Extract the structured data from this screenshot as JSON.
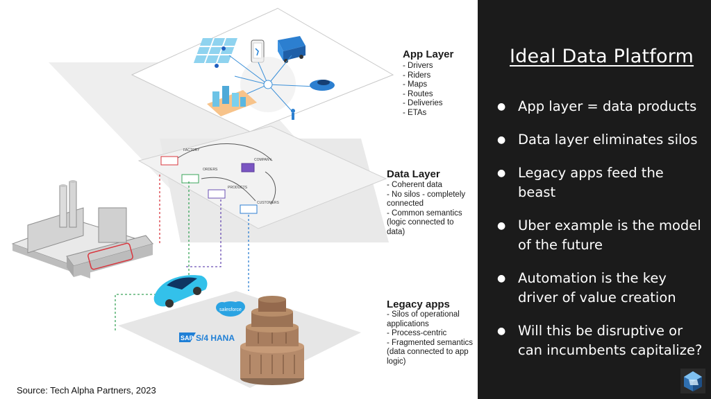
{
  "slide": {
    "title": "Ideal Data Platform",
    "bullets": [
      "App layer = data products",
      "Data layer eliminates silos",
      "Legacy apps feed the beast",
      "Uber example is the model of the future",
      "Automation is the key driver of value creation",
      "Will this be disruptive or can incumbents capitalize?"
    ],
    "source": "Source: Tech Alpha Partners, 2023"
  },
  "diagram": {
    "app_layer": {
      "title": "App Layer",
      "items": [
        "Drivers",
        "Riders",
        "Maps",
        "Routes",
        "Deliveries",
        "ETAs"
      ]
    },
    "data_layer": {
      "title": "Data Layer",
      "items": [
        "Coherent data",
        "No silos - completely connected",
        "Common semantics (logic connected to data)"
      ]
    },
    "legacy_apps": {
      "title": "Legacy apps",
      "items": [
        "Silos of operational applications",
        "Process-centric",
        "Fragmented semantics (data connected to app logic)"
      ]
    },
    "node_labels": [
      "FACTORY",
      "ORDERS",
      "COMPANY",
      "PRODUCTS",
      "CUSTOMERS"
    ],
    "brand_labels": {
      "salesforce": "salesforce",
      "sap": "SAP",
      "sap_product": "S/4 HANA"
    }
  },
  "colors": {
    "panel_bg": "#1b1b1b",
    "sap_blue": "#1f7fd6",
    "salesforce_blue": "#2aa3e2",
    "link_red": "#d9363e",
    "link_green": "#3aa55a",
    "link_purple": "#6a4fb3",
    "link_blue": "#2d7fd3"
  },
  "icons": [
    "factory-icon",
    "car-icon",
    "truck-icon",
    "phone-icon",
    "tower-icon",
    "logo-icon"
  ]
}
